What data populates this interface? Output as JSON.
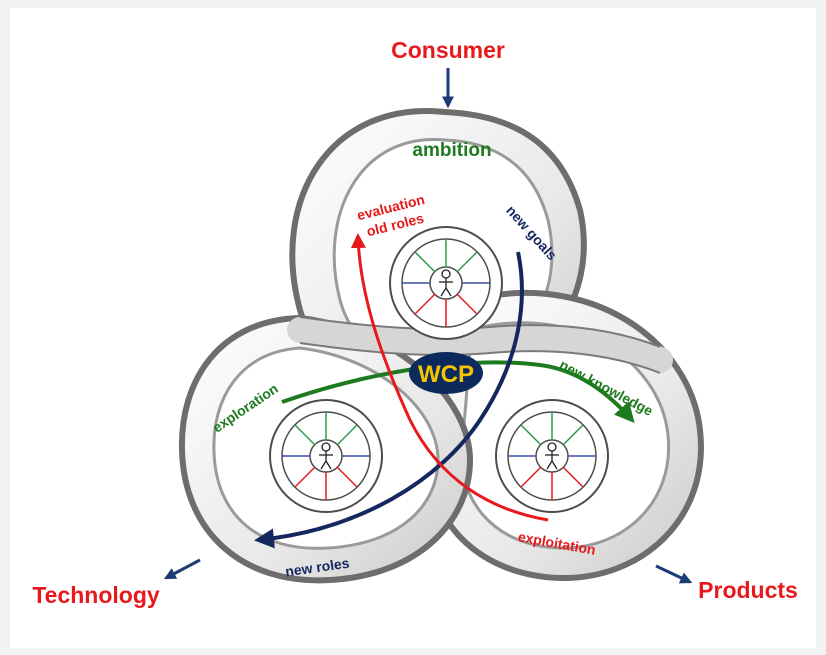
{
  "poles": {
    "top": "Consumer",
    "left": "Technology",
    "right": "Products"
  },
  "labels": {
    "ambition": "ambition",
    "evaluation": "evaluation",
    "old_roles": "old roles",
    "new_goals": "new goals",
    "exploration": "exploration",
    "new_knowledge": "new knowledge",
    "new_roles": "new roles",
    "exploitation": "exploitation",
    "center": "WCP"
  },
  "colors": {
    "pole_text": "#e8191c",
    "green": "#1e7a1e",
    "red": "#e8191c",
    "navy": "#14285f",
    "arrow": "#1b3b73",
    "center_fill": "#0d2a5c",
    "center_text": "#f5c400"
  },
  "icons": {
    "role_wheel": "person-wheel-icon",
    "arrows": "arrow-icon"
  }
}
